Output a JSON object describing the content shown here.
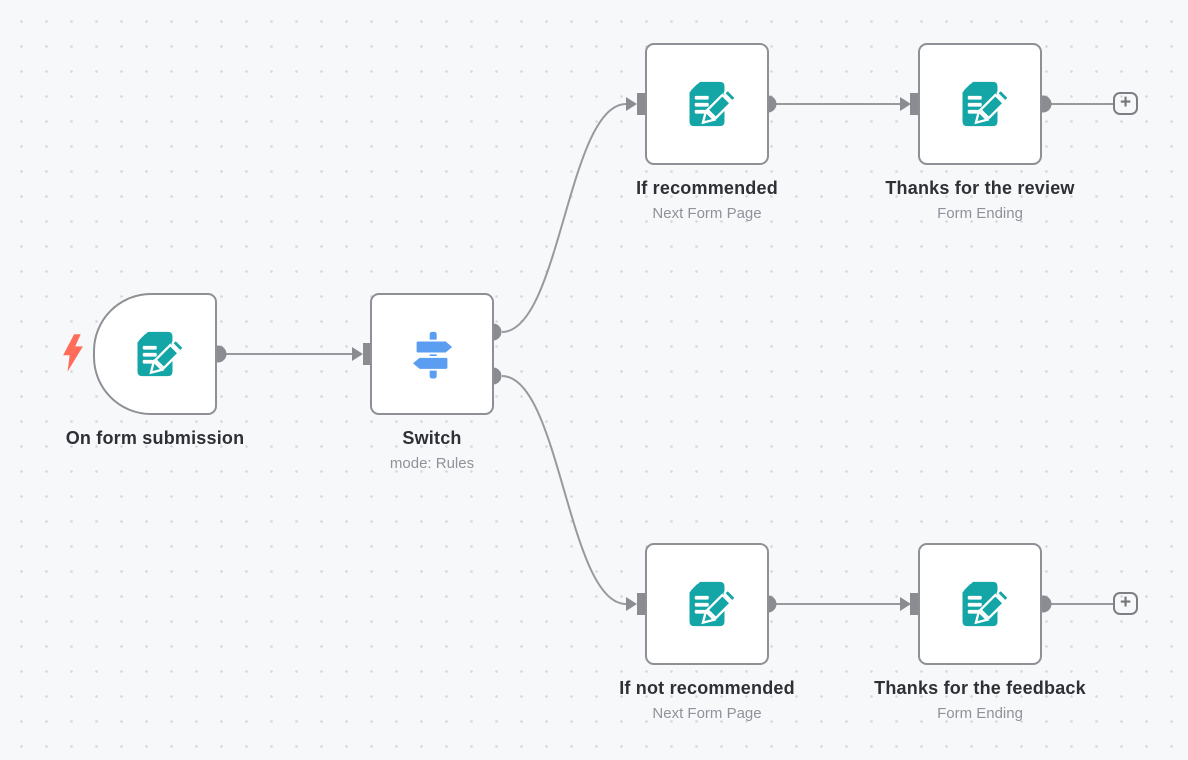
{
  "canvas": {
    "background": "#f7f8f9",
    "grid_dot_color": "#d5d7db"
  },
  "colors": {
    "node_border": "#8e9096",
    "connector_line": "#97999f",
    "endpoint_gray": "#8a8c92",
    "form_icon_teal": "#14a5a7",
    "switch_icon_blue": "#5b9df1",
    "trigger_bolt_red": "#ff6d5a",
    "title_text": "#2e3036",
    "subtitle_text": "#8f929a"
  },
  "nodes": [
    {
      "id": "on-form-submission",
      "label": "On form submission",
      "subtitle": "",
      "icon": "form-document-pencil-icon",
      "is_trigger": true
    },
    {
      "id": "switch",
      "label": "Switch",
      "subtitle": "mode: Rules",
      "icon": "signpost-icon",
      "is_trigger": false
    },
    {
      "id": "if-recommended",
      "label": "If recommended",
      "subtitle": "Next Form Page",
      "icon": "form-document-pencil-icon",
      "is_trigger": false
    },
    {
      "id": "thanks-for-the-review",
      "label": "Thanks for the review",
      "subtitle": "Form Ending",
      "icon": "form-document-pencil-icon",
      "is_trigger": false
    },
    {
      "id": "if-not-recommended",
      "label": "If not recommended",
      "subtitle": "Next Form Page",
      "icon": "form-document-pencil-icon",
      "is_trigger": false
    },
    {
      "id": "thanks-for-the-feedback",
      "label": "Thanks for the feedback",
      "subtitle": "Form Ending",
      "icon": "form-document-pencil-icon",
      "is_trigger": false
    }
  ],
  "plus_buttons": [
    {
      "label": "+"
    },
    {
      "label": "+"
    }
  ]
}
